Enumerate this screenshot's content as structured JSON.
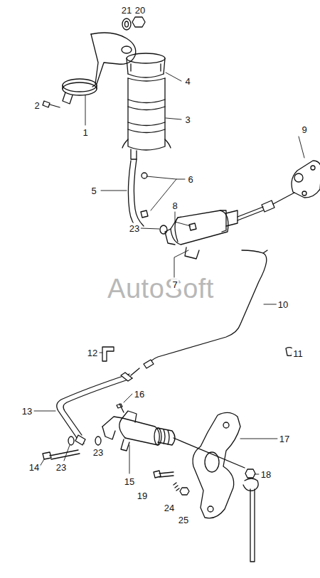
{
  "diagram": {
    "labels": [
      "21",
      "20",
      "4",
      "2",
      "1",
      "3",
      "9",
      "6",
      "5",
      "8",
      "23",
      "AutoSoft",
      "7",
      "10",
      "12",
      "11",
      "16",
      "13",
      "17",
      "14",
      "23",
      "23",
      "18",
      "15",
      "19",
      "24",
      "25"
    ]
  }
}
